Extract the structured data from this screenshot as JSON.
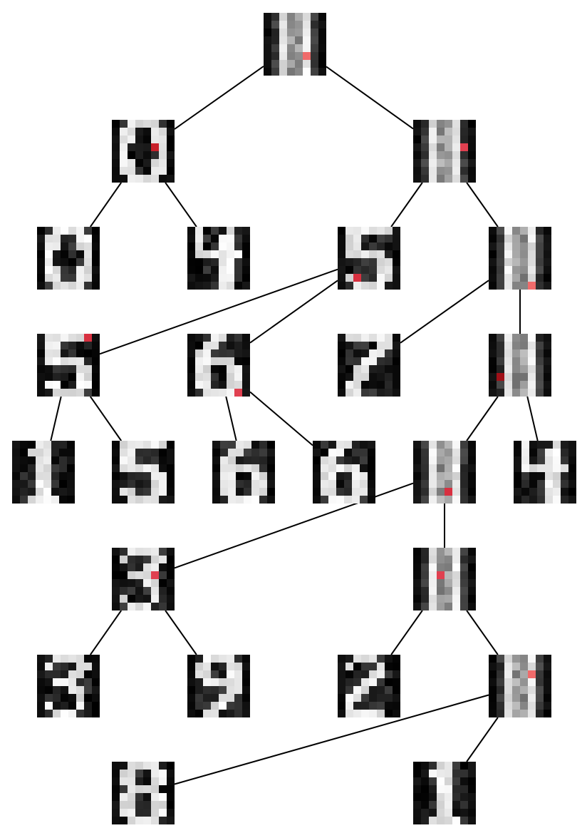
{
  "diagram": {
    "type": "decision-tree-of-digit-images",
    "image_grid": [
      8,
      8
    ],
    "edge_color": "#000000",
    "split_highlight_color": "#e8666b",
    "nodes": [
      {
        "id": "root",
        "digit_hint": "mean",
        "kind": "internal"
      },
      {
        "id": "n1",
        "digit_hint": "0",
        "kind": "internal"
      },
      {
        "id": "n2",
        "digit_hint": "mean",
        "kind": "internal"
      },
      {
        "id": "n3",
        "digit_hint": "0",
        "kind": "leaf"
      },
      {
        "id": "n4",
        "digit_hint": "4",
        "kind": "leaf"
      },
      {
        "id": "n5",
        "digit_hint": "5",
        "kind": "internal"
      },
      {
        "id": "n6",
        "digit_hint": "mean",
        "kind": "internal"
      },
      {
        "id": "n7",
        "digit_hint": "5",
        "kind": "internal"
      },
      {
        "id": "n8",
        "digit_hint": "6",
        "kind": "internal"
      },
      {
        "id": "n9",
        "digit_hint": "7",
        "kind": "leaf"
      },
      {
        "id": "n10",
        "digit_hint": "mean",
        "kind": "internal"
      },
      {
        "id": "n11",
        "digit_hint": "1",
        "kind": "leaf"
      },
      {
        "id": "n12",
        "digit_hint": "5",
        "kind": "leaf"
      },
      {
        "id": "n13",
        "digit_hint": "6",
        "kind": "leaf"
      },
      {
        "id": "n14",
        "digit_hint": "6",
        "kind": "leaf"
      },
      {
        "id": "n15",
        "digit_hint": "mean",
        "kind": "internal"
      },
      {
        "id": "n16",
        "digit_hint": "4",
        "kind": "leaf"
      },
      {
        "id": "n17",
        "digit_hint": "3",
        "kind": "internal"
      },
      {
        "id": "n18",
        "digit_hint": "mean",
        "kind": "internal"
      },
      {
        "id": "n19",
        "digit_hint": "3",
        "kind": "leaf"
      },
      {
        "id": "n20",
        "digit_hint": "9",
        "kind": "leaf"
      },
      {
        "id": "n21",
        "digit_hint": "2",
        "kind": "leaf"
      },
      {
        "id": "n22",
        "digit_hint": "mean",
        "kind": "internal"
      },
      {
        "id": "n23",
        "digit_hint": "8",
        "kind": "leaf"
      },
      {
        "id": "n24",
        "digit_hint": "1",
        "kind": "leaf"
      }
    ],
    "edges": [
      [
        "root",
        "n1"
      ],
      [
        "root",
        "n2"
      ],
      [
        "n1",
        "n3"
      ],
      [
        "n1",
        "n4"
      ],
      [
        "n2",
        "n5"
      ],
      [
        "n2",
        "n6"
      ],
      [
        "n5",
        "n7"
      ],
      [
        "n5",
        "n8"
      ],
      [
        "n6",
        "n9"
      ],
      [
        "n6",
        "n10"
      ],
      [
        "n7",
        "n11"
      ],
      [
        "n7",
        "n12"
      ],
      [
        "n8",
        "n13"
      ],
      [
        "n8",
        "n14"
      ],
      [
        "n10",
        "n15"
      ],
      [
        "n10",
        "n16"
      ],
      [
        "n15",
        "n17"
      ],
      [
        "n15",
        "n18"
      ],
      [
        "n17",
        "n19"
      ],
      [
        "n17",
        "n20"
      ],
      [
        "n18",
        "n21"
      ],
      [
        "n18",
        "n22"
      ],
      [
        "n22",
        "n23"
      ],
      [
        "n22",
        "n24"
      ]
    ]
  }
}
